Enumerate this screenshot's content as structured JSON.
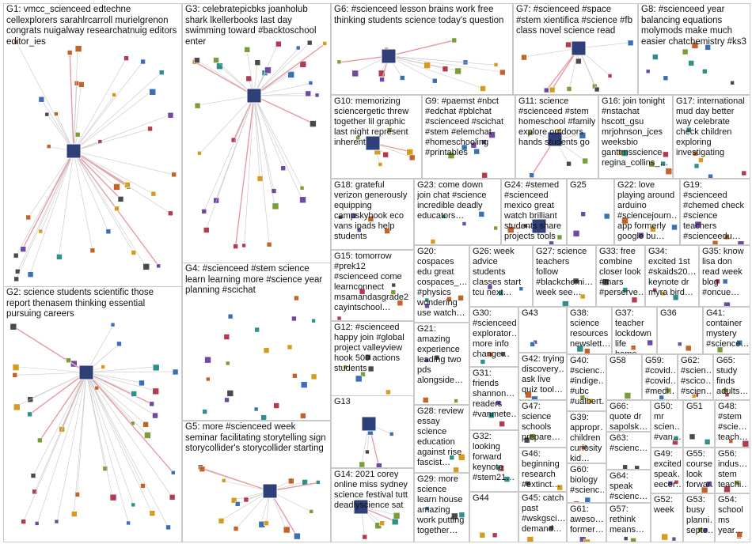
{
  "title": "#scienceed Twitter NodeXL SNA Map",
  "groups": [
    {
      "id": "G1",
      "label": "G1: vmcc_scienceed edtechne cellexplorers sarahlrcarroll murielgrenon congrats nuigalway researchatnuig editors editor_ies"
    },
    {
      "id": "G2",
      "label": "G2: science students scientific those report thenasem thinking essential pursuing careers"
    },
    {
      "id": "G3",
      "label": "G3: celebratepicbks joanholub shark lkellerbooks last day swimming toward #backtoschool enter"
    },
    {
      "id": "G4",
      "label": "G4: #scienceed #stem science learn learning more #science year planning #scichat"
    },
    {
      "id": "G5",
      "label": "G5: more #scienceed week seminar facilitating storytelling sign storycollider's storycollider starting"
    },
    {
      "id": "G6",
      "label": "G6: #scienceed lesson brains work free thinking students science today's question"
    },
    {
      "id": "G7",
      "label": "G7: #scienceed #space #stem xientifica #science #fb class novel science read"
    },
    {
      "id": "G8",
      "label": "G8: #scienceed year balancing equations molymods make much easier chatchemistry #ks3"
    },
    {
      "id": "G9",
      "label": "G9: #paemst #nbct #edchat #pblchat #scienceed #scichat #stem #elemchat #homeschooling #printables"
    },
    {
      "id": "G10",
      "label": "G10: memorizing sciencergetic threw together lil graphic last night represent inherent"
    },
    {
      "id": "G11",
      "label": "G11: science #scienceed #stem homeschool #family explore outdoors hands students go"
    },
    {
      "id": "G12",
      "label": "G12: #scienceed happy join #global project valleyview hook 500 actions students"
    },
    {
      "id": "G13",
      "label": "G13"
    },
    {
      "id": "G14",
      "label": "G14: 2021 corey online miss sydney science festival tutt deadlyscience sat"
    },
    {
      "id": "G15",
      "label": "G15: tomorrow #prek12 #scienceed come learnconnect msamandasgrade2 cayintschool…"
    },
    {
      "id": "G16",
      "label": "G16: join tonight #nstachat hscott_gsu mrjohnson_jces weeksbio ganttmsscience regina_collins_…"
    },
    {
      "id": "G17",
      "label": "G17: international mud day better way celebrate check children exploring investigating"
    },
    {
      "id": "G18",
      "label": "G18: grateful verizon generously equipping campskyhook eco vans ipads help students"
    },
    {
      "id": "G19",
      "label": "G19: #scienceed #chemed check #science teachers #scienceedu…"
    },
    {
      "id": "G20",
      "label": "G20: cospaces edu great cospaces_… #physics wondering use watch…"
    },
    {
      "id": "G21",
      "label": "G21: amazing experience leading two pds alongside…"
    },
    {
      "id": "G22",
      "label": "G22: love playing around arduino #sciencejourn… app formerly google bu…"
    },
    {
      "id": "G23",
      "label": "G23: come down join chat #science incredible deadly educators…"
    },
    {
      "id": "G24",
      "label": "G24: #stemed #scienceed mexico great watch brilliant students share projects tools"
    },
    {
      "id": "G25",
      "label": "G25"
    },
    {
      "id": "G26",
      "label": "G26: week advice students classes start tcu next…"
    },
    {
      "id": "G27",
      "label": "G27: science teachers follow #blackchemi… week see…"
    },
    {
      "id": "G28",
      "label": "G28: review essay science education against rise fascist…"
    },
    {
      "id": "G29",
      "label": "G29: more science learn house amazing work putting together…"
    },
    {
      "id": "G30",
      "label": "G30: #scienceed explorator… more info change…"
    },
    {
      "id": "G31",
      "label": "G31: friends shannon… readers #vanmete…"
    },
    {
      "id": "G32",
      "label": "G32: looking forward keynote #stem21…"
    },
    {
      "id": "G33",
      "label": "G33: free combine closer look #mars #perserve…"
    },
    {
      "id": "G34",
      "label": "G34: excited 1st #skaids20… keynote dr myra bird…"
    },
    {
      "id": "G35",
      "label": "G35: know lisa don read week blog #oncue…"
    },
    {
      "id": "G36",
      "label": "G36"
    },
    {
      "id": "G37",
      "label": "G37: teacher lockdown life home…"
    },
    {
      "id": "G38",
      "label": "G38: science resources newslett…"
    },
    {
      "id": "G39",
      "label": "G39: appropr… children curiosity kid…"
    },
    {
      "id": "G40",
      "label": "G40: #scienc… #indige… #ubc #ualbert…"
    },
    {
      "id": "G41",
      "label": "G41: container mystery #science…"
    },
    {
      "id": "G42",
      "label": "G42: trying discovery… ask live quiz tool…"
    },
    {
      "id": "G43",
      "label": "G43"
    },
    {
      "id": "G44",
      "label": "G44"
    },
    {
      "id": "G45",
      "label": "G45: catch past #wskgsci… demand…"
    },
    {
      "id": "G46",
      "label": "G46: beginning research #extinct…"
    },
    {
      "id": "G47",
      "label": "G47: science schools prepare…"
    },
    {
      "id": "G48",
      "label": "G48: #stem #scie… teach…"
    },
    {
      "id": "G49",
      "label": "G49: excited speak… eecer…"
    },
    {
      "id": "G50",
      "label": "G50: mr scien… #van…"
    },
    {
      "id": "G51",
      "label": "G51"
    },
    {
      "id": "G52",
      "label": "G52: week"
    },
    {
      "id": "G53",
      "label": "G53: busy planni… septe…"
    },
    {
      "id": "G54",
      "label": "G54: school ms year…"
    },
    {
      "id": "G55",
      "label": "G55: course look forwar…"
    },
    {
      "id": "G56",
      "label": "G56: indus… stem teachi…"
    },
    {
      "id": "G57",
      "label": "G57: rethink means…"
    },
    {
      "id": "G58",
      "label": "G58"
    },
    {
      "id": "G59",
      "label": "G59: #covid… #covid… #medi…"
    },
    {
      "id": "G60",
      "label": "G60: biology #scienc…"
    },
    {
      "id": "G61",
      "label": "G61: aweso… former…"
    },
    {
      "id": "G62",
      "label": "G62: #scien… #scico… #scien…"
    },
    {
      "id": "G63",
      "label": "G63: #scienc…"
    },
    {
      "id": "G64",
      "label": "G64: speak #scienc…"
    },
    {
      "id": "G65",
      "label": "G65: study finds adults…"
    },
    {
      "id": "G66",
      "label": "G66: quote dr sapolsk…"
    }
  ]
}
